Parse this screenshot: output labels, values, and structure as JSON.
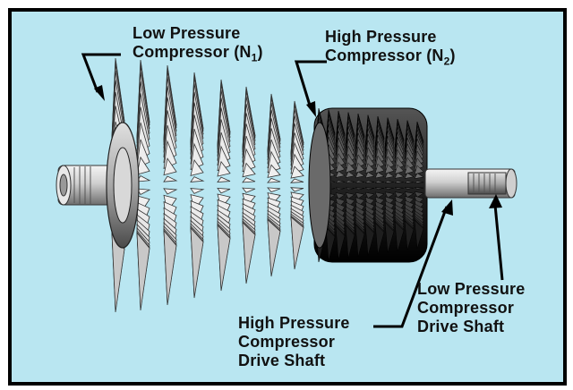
{
  "labels": {
    "low_pressure_compressor": {
      "line1": "Low Pressure",
      "line2": "Compressor (N",
      "sub": "1",
      "close": ")"
    },
    "high_pressure_compressor": {
      "line1": "High Pressure",
      "line2": "Compressor (N",
      "sub": "2",
      "close": ")"
    },
    "hp_drive_shaft": {
      "line1": "High Pressure",
      "line2": "Compressor",
      "line3": "Drive Shaft"
    },
    "lp_drive_shaft": {
      "line1": "Low Pressure",
      "line2": "Compressor",
      "line3": "Drive Shaft"
    }
  },
  "colors": {
    "background": "#b9e6f1",
    "border": "#000000",
    "blade_light": "#e8e8e8",
    "blade_dark": "#2a2a2a",
    "shaft": "#bdbdbd"
  }
}
